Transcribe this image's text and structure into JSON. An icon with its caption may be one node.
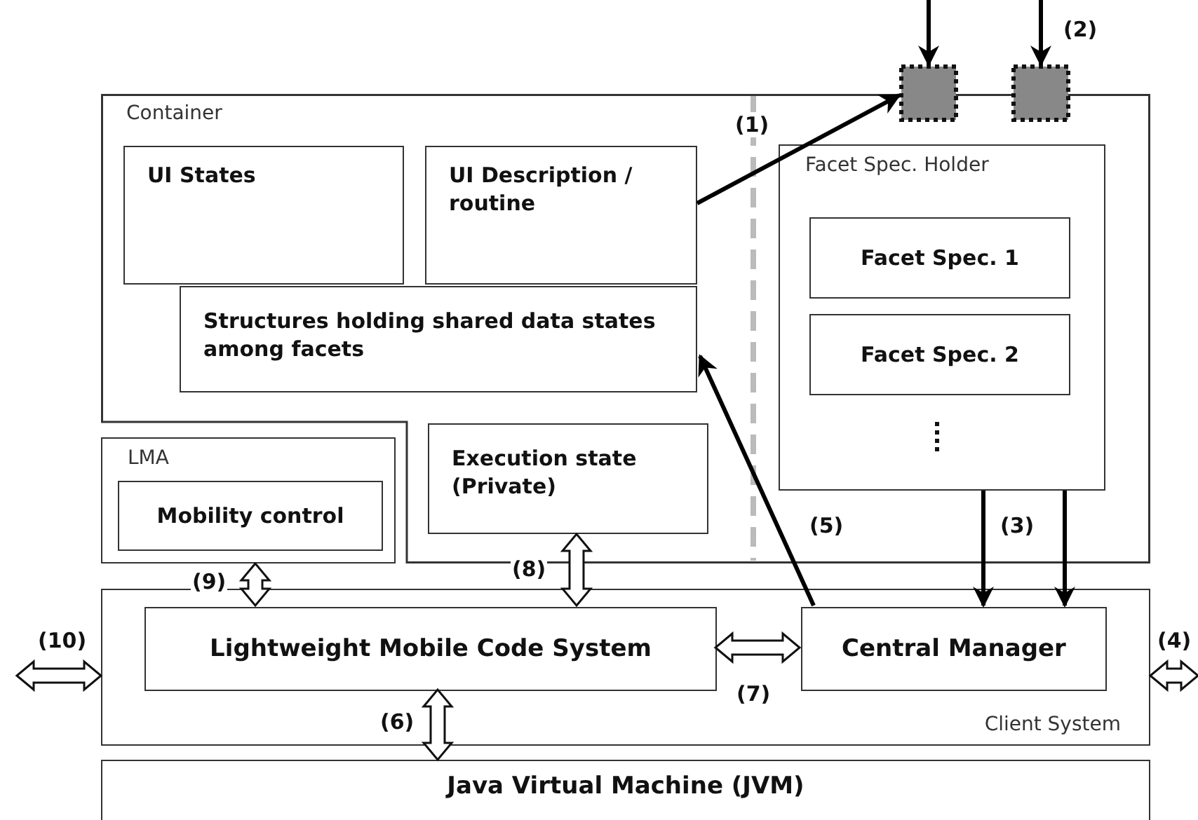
{
  "diagram": {
    "nodes": [
      {
        "text": [
          "Container"
        ]
      },
      {
        "text": [
          "UI States"
        ],
        "in": 0
      },
      {
        "text": [
          "UI Description / routine"
        ],
        "in": 0
      },
      {
        "text": [
          "Structures holding shared data states among facets"
        ],
        "in": 0
      },
      {
        "text": [
          "Facet Spec. Holder"
        ],
        "in": 0
      },
      {
        "text": [
          "Facet Spec. 1"
        ],
        "in": 4
      },
      {
        "text": [
          "Facet Spec. 2"
        ],
        "in": 4
      },
      {
        "text": [
          "Execution state (Private)"
        ],
        "in": 0
      },
      {
        "text": [
          "LMA"
        ]
      },
      {
        "text": [
          "Mobility control"
        ],
        "in": 8
      },
      {
        "text": [
          "Client System"
        ]
      },
      {
        "text": [
          "Lightweight Mobile Code System"
        ],
        "in": 10
      },
      {
        "text": [
          "Central Manager"
        ],
        "in": 10
      },
      {
        "text": [
          "Java Virtual Machine (JVM)"
        ]
      },
      {
        "text": [],
        "shape": "box"
      },
      {
        "text": [],
        "shape": "box"
      }
    ],
    "edges": [
      {
        "from": 2,
        "to": 14,
        "arrow": "to",
        "label": "(1)"
      },
      {
        "from": null,
        "to": 14,
        "arrow": "to"
      },
      {
        "from": null,
        "to": 15,
        "arrow": "to",
        "label": "(2)"
      },
      {
        "from": 4,
        "to": 12,
        "arrow": "to",
        "label": "(3)"
      },
      {
        "from": 4,
        "to": 12,
        "arrow": "to"
      },
      {
        "from": 10,
        "to": null,
        "arrow": "both",
        "label": "(4)",
        "style": "thick"
      },
      {
        "from": 12,
        "to": 3,
        "arrow": "to",
        "label": "(5)"
      },
      {
        "from": 11,
        "to": 13,
        "arrow": "both",
        "label": "(6)",
        "style": "thick"
      },
      {
        "from": 11,
        "to": 12,
        "arrow": "both",
        "label": "(7)",
        "style": "thick"
      },
      {
        "from": 11,
        "to": 7,
        "arrow": "both",
        "label": "(8)",
        "style": "thick"
      },
      {
        "from": 8,
        "to": 11,
        "arrow": "both",
        "label": "(9)",
        "style": "thick"
      },
      {
        "from": null,
        "to": 10,
        "arrow": "both",
        "label": "(10)",
        "style": "thick"
      }
    ]
  }
}
